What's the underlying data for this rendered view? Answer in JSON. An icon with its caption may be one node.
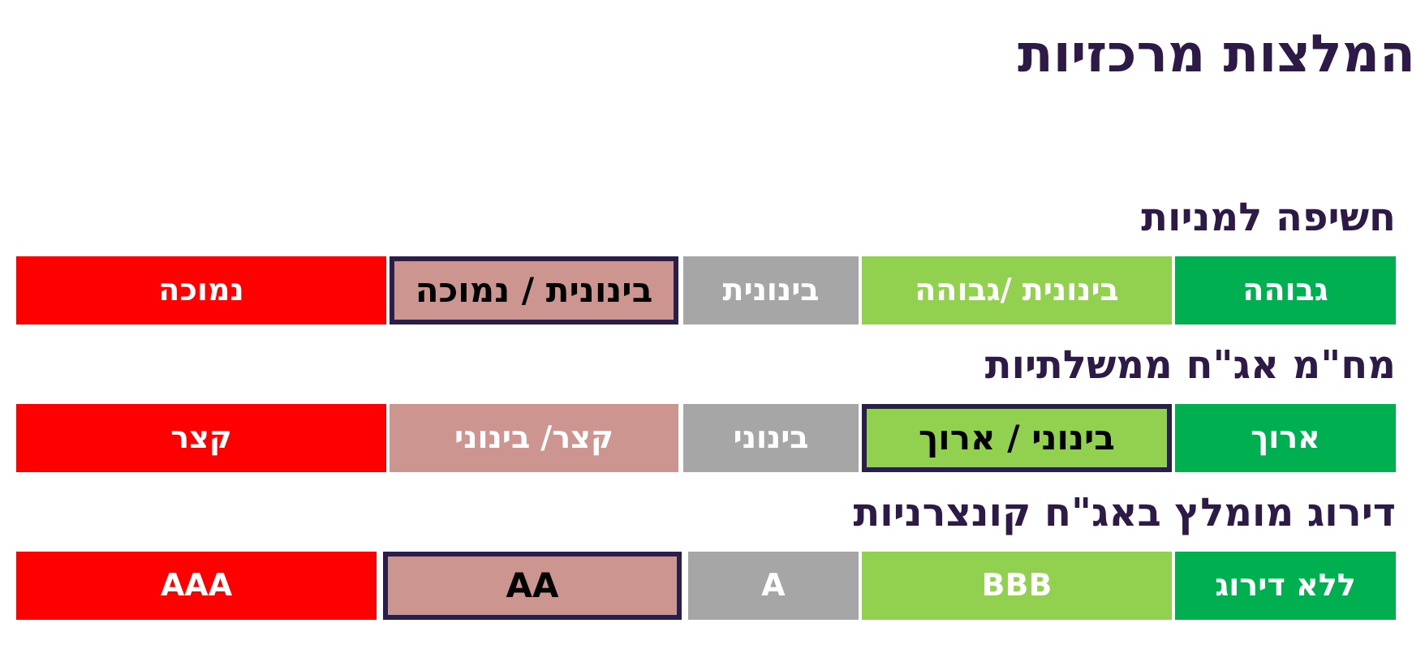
{
  "diagram": {
    "title": "המלצות מרכזיות",
    "nodes": [
      {
        "text": [
          "גבוהה"
        ]
      },
      {
        "text": [
          "בינונית /גבוהה"
        ]
      },
      {
        "text": [
          "בינונית"
        ]
      },
      {
        "text": [
          "בינונית / נמוכה"
        ]
      },
      {
        "text": [
          "נמוכה"
        ]
      },
      {
        "text": [
          "ארוך"
        ]
      },
      {
        "text": [
          "בינוני / ארוך"
        ]
      },
      {
        "text": [
          "בינוני"
        ]
      },
      {
        "text": [
          "קצר/ בינוני"
        ]
      },
      {
        "text": [
          "קצר"
        ]
      },
      {
        "text": [
          "ללא דירוג"
        ]
      },
      {
        "text": [
          "BBB"
        ]
      },
      {
        "text": [
          "A"
        ]
      },
      {
        "text": [
          "AA"
        ]
      },
      {
        "text": [
          "AAA"
        ]
      }
    ],
    "labels": [
      "חשיפה למניות",
      "מח\"מ אג\"ח ממשלתיות",
      "דירוג מומלץ באג\"ח קונצרניות"
    ]
  }
}
